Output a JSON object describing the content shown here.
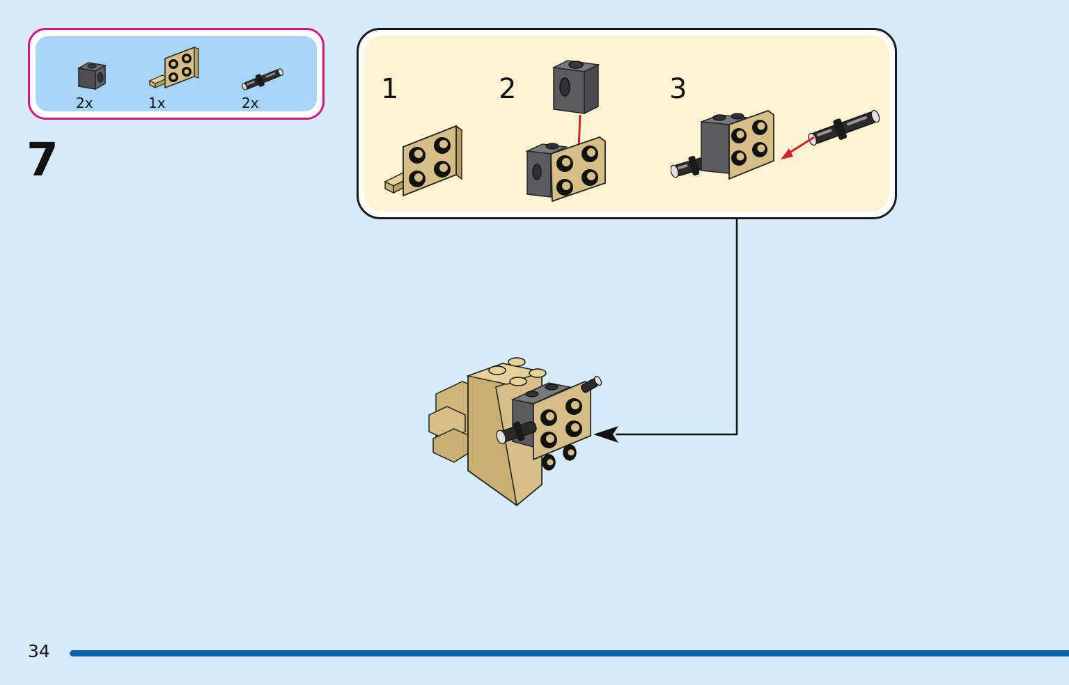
{
  "step": {
    "number": "7",
    "parts": [
      {
        "icon": "dark-gray-technic-brick-icon",
        "qty": "2x"
      },
      {
        "icon": "tan-bracket-plate-icon",
        "qty": "1x"
      },
      {
        "icon": "black-technic-pin-icon",
        "qty": "2x"
      }
    ],
    "substeps": [
      {
        "label": "1"
      },
      {
        "label": "2"
      },
      {
        "label": "3"
      }
    ]
  },
  "page": {
    "number": "34"
  },
  "colors": {
    "background": "#d6ecfa",
    "parts_border": "#d4157a",
    "parts_fill": "#a8d4f5",
    "substep_fill": "#fdf4d4",
    "tan": "#d6bf86",
    "dark_gray": "#5a5b5e",
    "red_arrow": "#d2222a",
    "progress": "#0a62ad"
  }
}
